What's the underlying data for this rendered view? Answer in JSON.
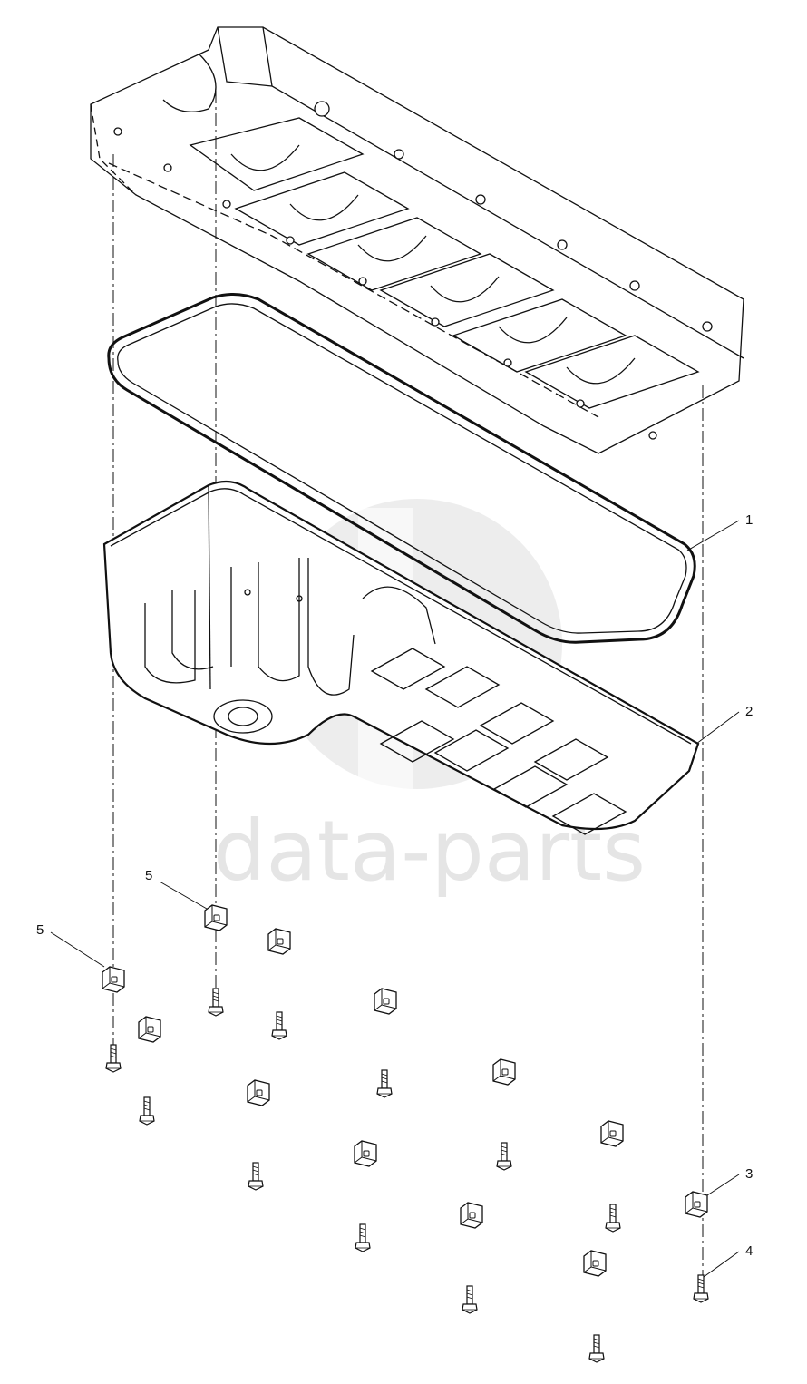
{
  "watermark": {
    "text": "data-parts",
    "color": "#cfcfcf"
  },
  "parts": [
    {
      "callout": "1",
      "name": "gasket"
    },
    {
      "callout": "2",
      "name": "oil-pan"
    },
    {
      "callout": "3",
      "name": "clamp"
    },
    {
      "callout": "4",
      "name": "bolt"
    },
    {
      "callout": "5",
      "name": "clamp"
    },
    {
      "callout": "5",
      "name": "clamp"
    }
  ],
  "colors": {
    "line": "#111111",
    "background": "#ffffff"
  }
}
